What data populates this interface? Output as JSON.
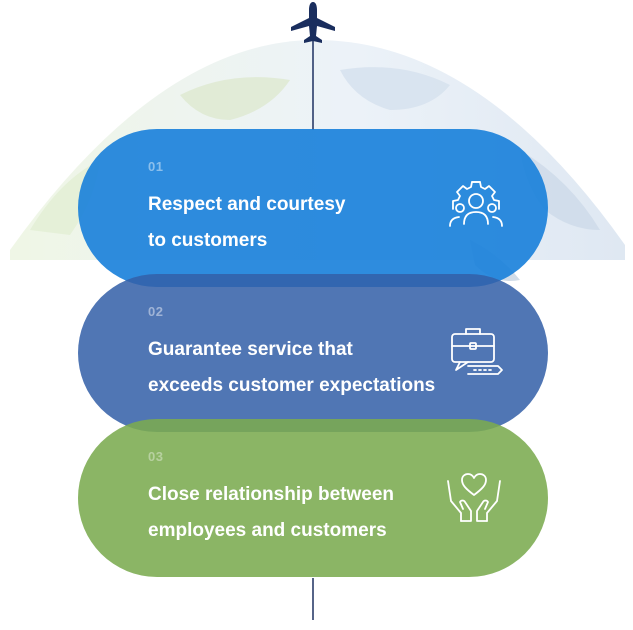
{
  "items": [
    {
      "number": "01",
      "line1": "Respect and courtesy",
      "line2": "to customers",
      "icon": "gear-people-icon",
      "color": "#1780da"
    },
    {
      "number": "02",
      "line1": "Guarantee service that",
      "line2": "exceeds customer expectations",
      "icon": "briefcase-chat-icon",
      "color": "#3360a8"
    },
    {
      "number": "03",
      "line1": "Close relationship between",
      "line2": "employees and customers",
      "icon": "hands-heart-icon",
      "color": "#7bab50"
    }
  ],
  "decor": {
    "top_icon": "airplane-icon",
    "background": "world-globe"
  }
}
